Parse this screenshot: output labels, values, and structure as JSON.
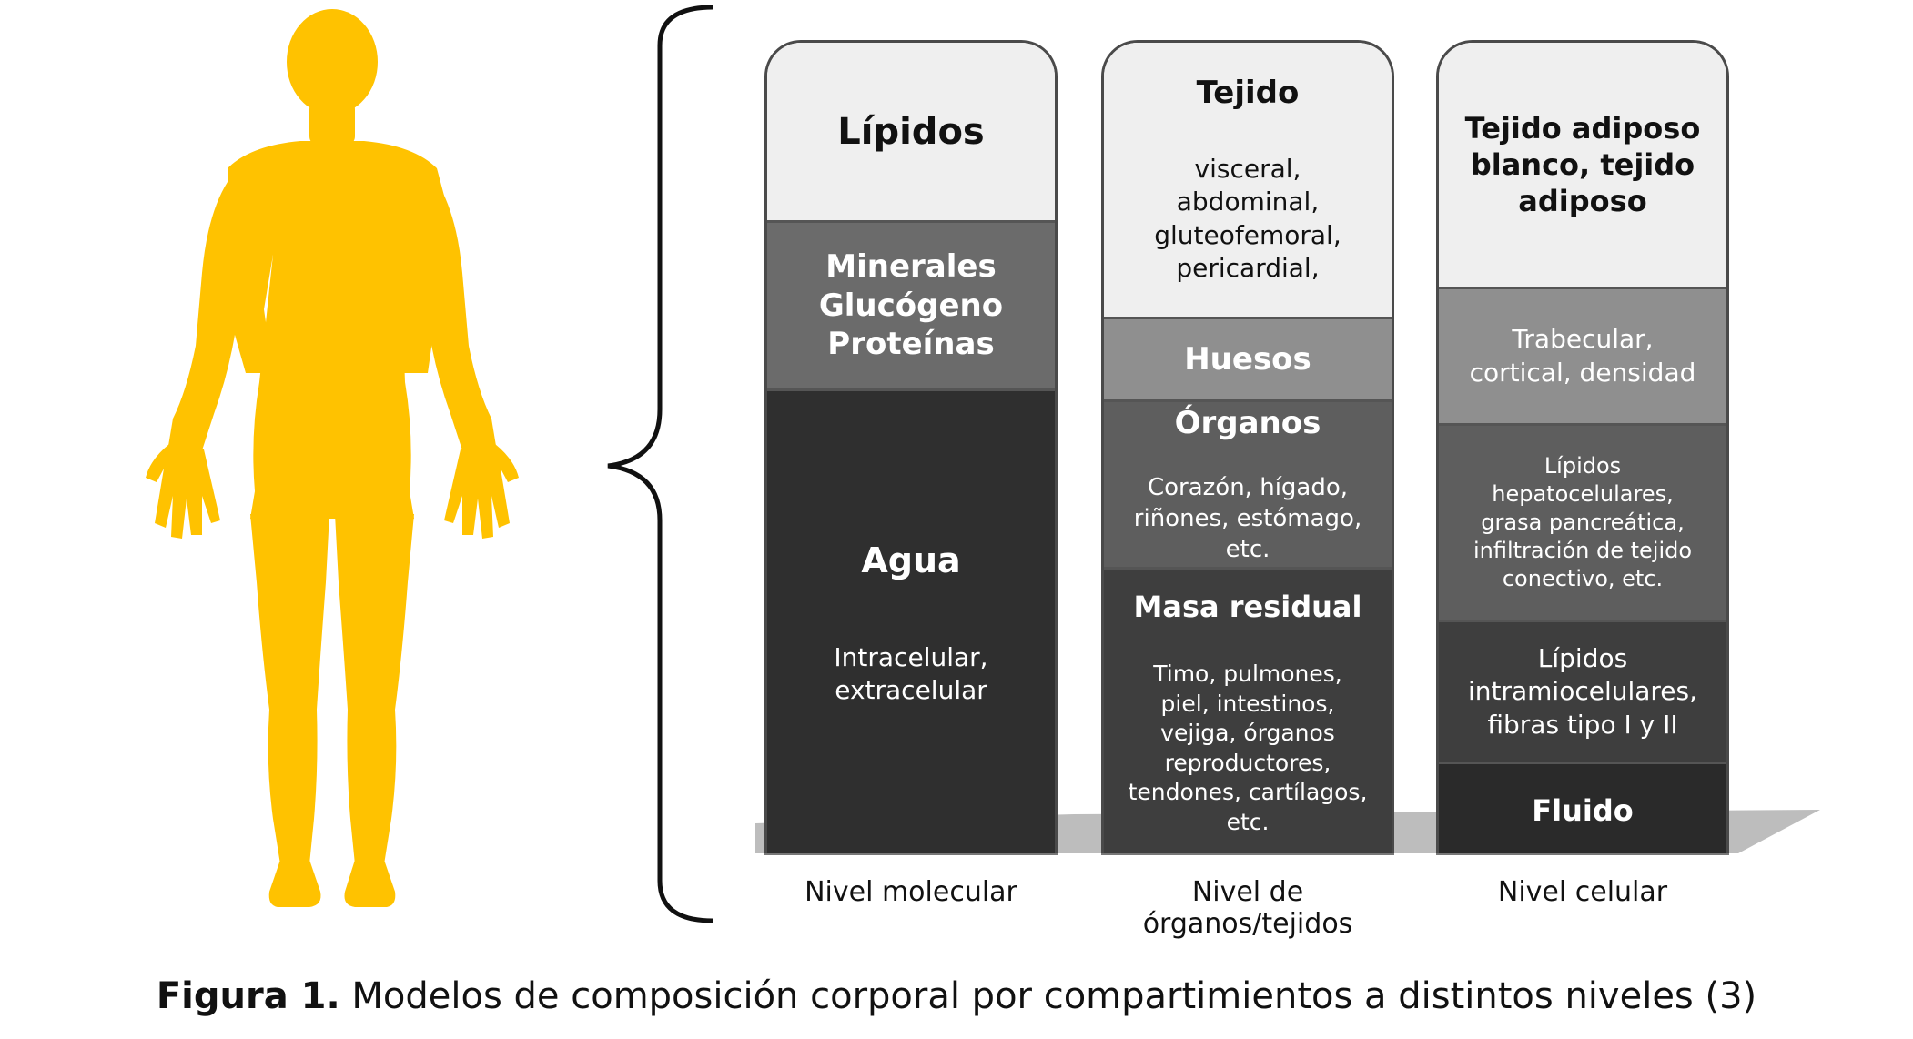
{
  "columns": [
    {
      "level": "Nivel molecular",
      "segments": [
        {
          "title": "Lípidos",
          "subtitle": "",
          "fill": "#efefef",
          "text_color": "#111111"
        },
        {
          "title": "Minerales\nGlucógeno\nProteínas",
          "subtitle": "",
          "fill": "#6b6b6b",
          "text_color": "#ffffff"
        },
        {
          "title": "Agua",
          "subtitle": "Intracelular,\nextracelular",
          "fill": "#2f2f2f",
          "text_color": "#ffffff"
        }
      ]
    },
    {
      "level": "Nivel de órganos/tejidos",
      "segments": [
        {
          "title": "Tejido",
          "subtitle": "visceral,\nabdominal,\ngluteofemoral,\npericardial,",
          "fill": "#efefef",
          "text_color": "#111111"
        },
        {
          "title": "Huesos",
          "subtitle": "",
          "fill": "#8f8f8f",
          "text_color": "#ffffff"
        },
        {
          "title": "Órganos",
          "subtitle": "Corazón, hígado,\nriñones, estómago,\netc.",
          "fill": "#5e5e5e",
          "text_color": "#ffffff"
        },
        {
          "title": "Masa residual",
          "subtitle": "Timo, pulmones,\npiel, intestinos,\nvejiga, órganos\nreproductores,\ntendones, cartílagos,\netc.",
          "fill": "#3e3e3e",
          "text_color": "#ffffff"
        }
      ]
    },
    {
      "level": "Nivel celular",
      "segments": [
        {
          "title": "Tejido adiposo\nblanco, tejido\nadiposo",
          "subtitle": "",
          "fill": "#efefef",
          "text_color": "#111111"
        },
        {
          "title": "",
          "subtitle": "Trabecular,\ncortical, densidad",
          "fill": "#8f8f8f",
          "text_color": "#ffffff"
        },
        {
          "title": "",
          "subtitle": "Lípidos\nhepatocelulares,\ngrasa pancreática,\ninfiltración de tejido\nconectivo, etc.",
          "fill": "#5e5e5e",
          "text_color": "#ffffff"
        },
        {
          "title": "",
          "subtitle": "Lípidos\nintramiocelulares,\nfibras tipo I y II",
          "fill": "#3e3e3e",
          "text_color": "#ffffff"
        },
        {
          "title": "Fluido",
          "subtitle": "",
          "fill": "#2a2a2a",
          "text_color": "#ffffff"
        }
      ]
    }
  ],
  "caption": {
    "label": "Figura 1.",
    "text": " Modelos de composición corporal por compartimientos a distintos niveles (3)"
  },
  "colors": {
    "human_silhouette": "#FFC200",
    "shadow": "#bdbdbd",
    "brace": "#111111"
  }
}
